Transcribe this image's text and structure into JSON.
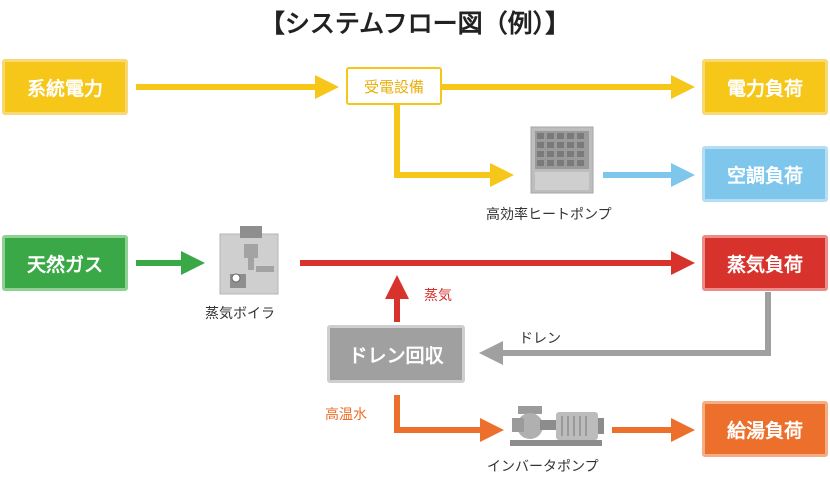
{
  "title": "【システムフロー図（例）】",
  "nodes": {
    "grid_power": "系統電力",
    "substation": "受電設備",
    "power_load": "電力負荷",
    "ac_load": "空調負荷",
    "natural_gas": "天然ガス",
    "steam_load": "蒸気負荷",
    "drain_recovery": "ドレン回収",
    "hot_water_load": "給湯負荷"
  },
  "labels": {
    "heat_pump": "高効率ヒートポンプ",
    "boiler": "蒸気ボイラ",
    "inverter_pump": "インバータポンプ",
    "steam": "蒸気",
    "drain": "ドレン",
    "hot_water": "高温水"
  },
  "colors": {
    "yellow": "#f6c619",
    "yellow_border": "#f8d874",
    "blue": "#7fc6ec",
    "green": "#3aa846",
    "red": "#d8322d",
    "gray": "#a0a0a0",
    "orange": "#ec6f2c"
  },
  "icons": [
    "heat-pump-icon",
    "boiler-icon",
    "pump-icon"
  ]
}
